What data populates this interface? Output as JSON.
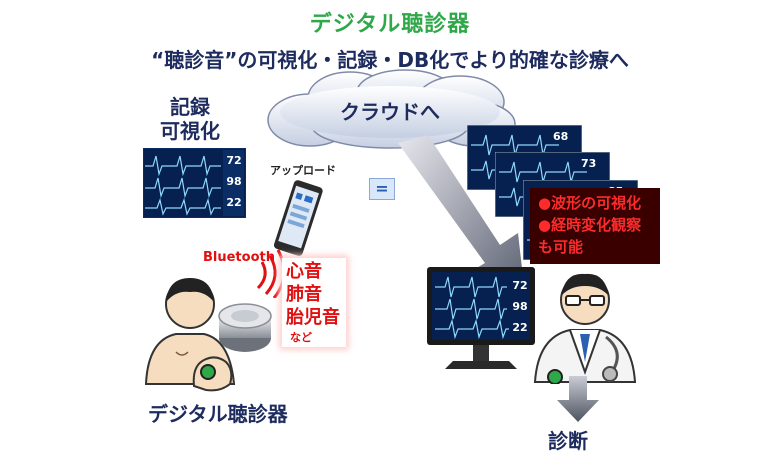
{
  "title": "デジタル聴診器",
  "subtitle": "“聴診音”の可視化・記録・DB化でより的確な診療へ",
  "record_label_1": "記録",
  "record_label_2": "可視化",
  "cloud_label": "クラウドへ",
  "upload_label": "アップロード",
  "equals_sign": "=",
  "bluetooth_label": "Bluetooth",
  "sounds": [
    "心音",
    "肺音",
    "胎児音"
  ],
  "sounds_etc": "など",
  "device_label": "デジタル聴診器",
  "features": [
    "●波形の可視化",
    "●経時変化観察も可能"
  ],
  "diagnosis_label": "診断",
  "vitals_small": [
    "72",
    "98",
    "22"
  ],
  "vitals_stack": [
    "68",
    "73",
    "85"
  ],
  "vitals_monitor": [
    "72",
    "98",
    "22"
  ],
  "colors": {
    "green": "#2fa84a",
    "navy": "#1d2b5e",
    "red": "#e01010",
    "ecg_bg": "#06214f",
    "ecg_line": "#8ed8ff"
  }
}
